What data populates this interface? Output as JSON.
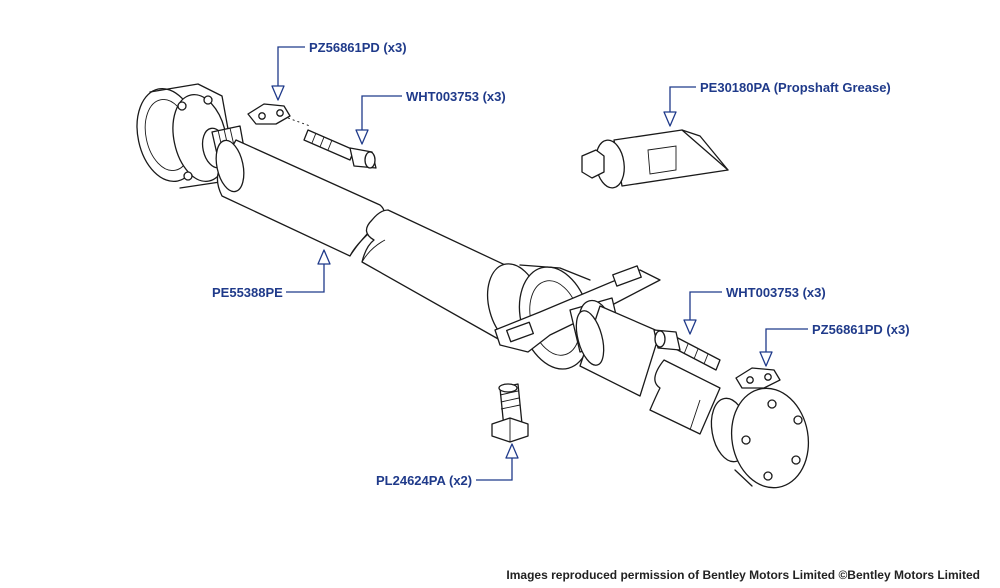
{
  "labels": {
    "pz56861pd_top": "PZ56861PD (x3)",
    "wht003753_top": "WHT003753 (x3)",
    "pe30180pa": "PE30180PA (Propshaft Grease)",
    "pe55388pe": "PE55388PE",
    "wht003753_right": "WHT003753 (x3)",
    "pz56861pd_right": "PZ56861PD (x3)",
    "pl24624pa": "PL24624PA (x2)"
  },
  "copyright": "Images reproduced permission of Bentley Motors Limited ©Bentley Motors Limited",
  "colors": {
    "label": "#1f3a8a",
    "line": "#1a1a1a",
    "background": "#ffffff"
  }
}
